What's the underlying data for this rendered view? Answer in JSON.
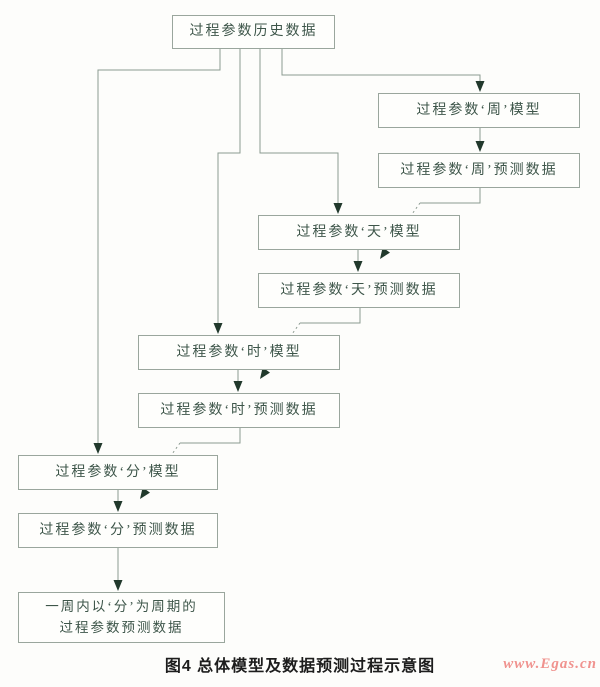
{
  "diagram": {
    "nodes": {
      "hist": "过程参数历史数据",
      "week_model": "过程参数‘周’模型",
      "week_pred": "过程参数‘周’预测数据",
      "day_model": "过程参数‘天’模型",
      "day_pred": "过程参数‘天’预测数据",
      "hour_model": "过程参数‘时’模型",
      "hour_pred": "过程参数‘时’预测数据",
      "min_model": "过程参数‘分’模型",
      "min_pred": "过程参数‘分’预测数据",
      "final_line1": "一周内以‘分’为周期的",
      "final_line2": "过程参数预测数据"
    },
    "caption": "图4  总体模型及数据预测过程示意图",
    "watermark": "www.Egas.cn",
    "colors": {
      "box_border": "#9aa69d",
      "node_text": "#3e564a",
      "connector_line": "#8b9a90",
      "arrowhead": "#21392c",
      "caption_text": "#1d1d1d",
      "watermark_red": "#f0928e"
    }
  }
}
